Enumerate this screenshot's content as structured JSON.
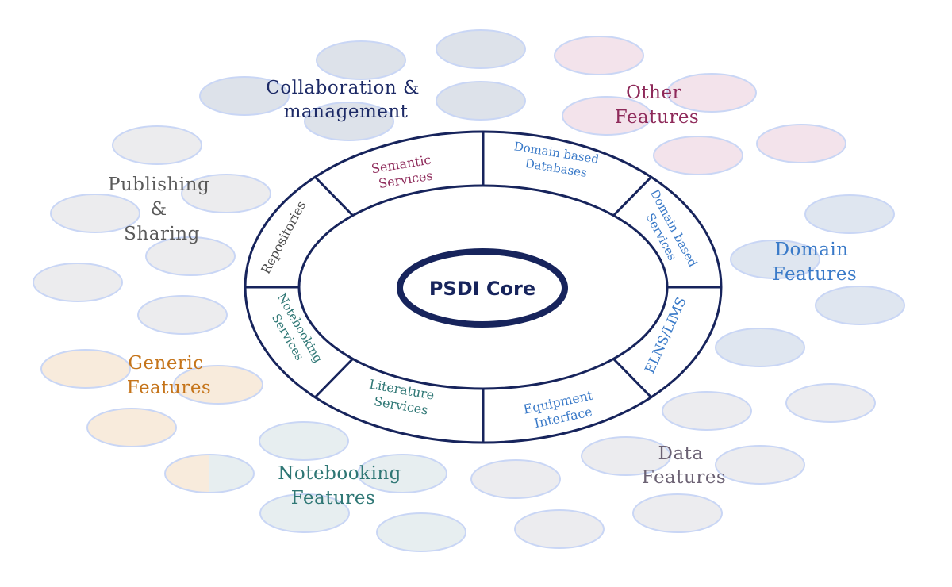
{
  "colors": {
    "ring": "#17245c",
    "collaboration": "#1d2a66",
    "other": "#8e2a5a",
    "publishing": "#5a5a5a",
    "domain": "#3a7ac8",
    "generic": "#c5741a",
    "notebooking": "#2f7775",
    "data": "#6c6274",
    "semantic": "#8e2a5a",
    "db": "#3a7ac8",
    "repo": "#4a4a4a"
  },
  "core": {
    "label": "PSDI Core"
  },
  "segments": {
    "semantic": [
      "Semantic",
      "Services"
    ],
    "domain_databases": [
      "Domain based",
      "Databases"
    ],
    "domain_services": [
      "Domain based",
      "Services"
    ],
    "elns": [
      "ELNS/LIMS"
    ],
    "equipment": [
      "Equipment",
      "Interface"
    ],
    "literature": [
      "Literature",
      "Services"
    ],
    "notebooking": [
      "Notebooking",
      "Services"
    ],
    "repositories": [
      "Repositories"
    ]
  },
  "groups": {
    "collaboration": [
      "Collaboration &",
      "management"
    ],
    "other": [
      "Other",
      "Features"
    ],
    "publishing": [
      "Publishing",
      "&",
      "Sharing"
    ],
    "domain": [
      "Domain",
      "Features"
    ],
    "generic": [
      "Generic",
      "Features"
    ],
    "notebooking": [
      "Notebooking",
      "Features"
    ],
    "data": [
      "Data",
      "Features"
    ]
  }
}
